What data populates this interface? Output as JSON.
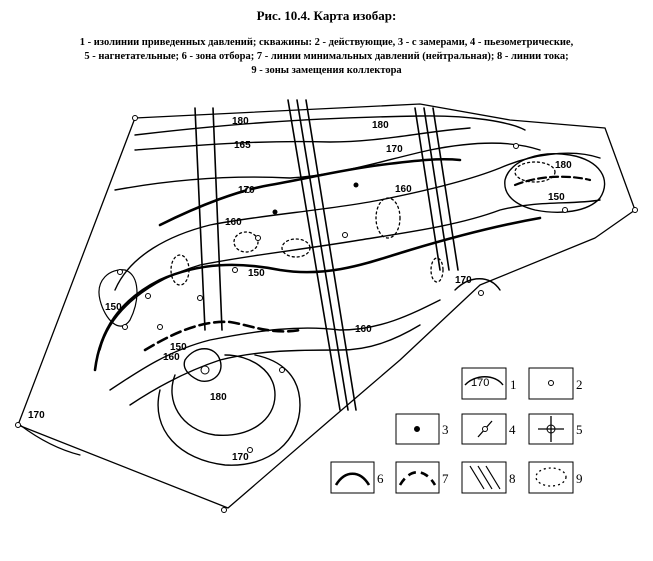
{
  "title": "Рис. 10.4. Карта изобар:",
  "caption_lines": [
    "1 - изолинии приведенных  давлений;  скважины: 2 - действующие,  3 - с   замерами, 4 - пьезометрические,",
    "5 - нагнетательные;    6 - зона отбора;    7 - линии минимальных давлений (нейтральная);    8 - линии  тока;",
    "9 - зоны замещения коллектора"
  ],
  "isobar_labels": [
    "180",
    "165",
    "170",
    "160",
    "150",
    "180",
    "170",
    "160",
    "150",
    "180",
    "170",
    "160",
    "150",
    "160",
    "150",
    "180",
    "170",
    "170"
  ],
  "legend": {
    "isoline_value": "170",
    "numbers": [
      "1",
      "2",
      "3",
      "4",
      "5",
      "6",
      "7",
      "8",
      "9"
    ]
  }
}
